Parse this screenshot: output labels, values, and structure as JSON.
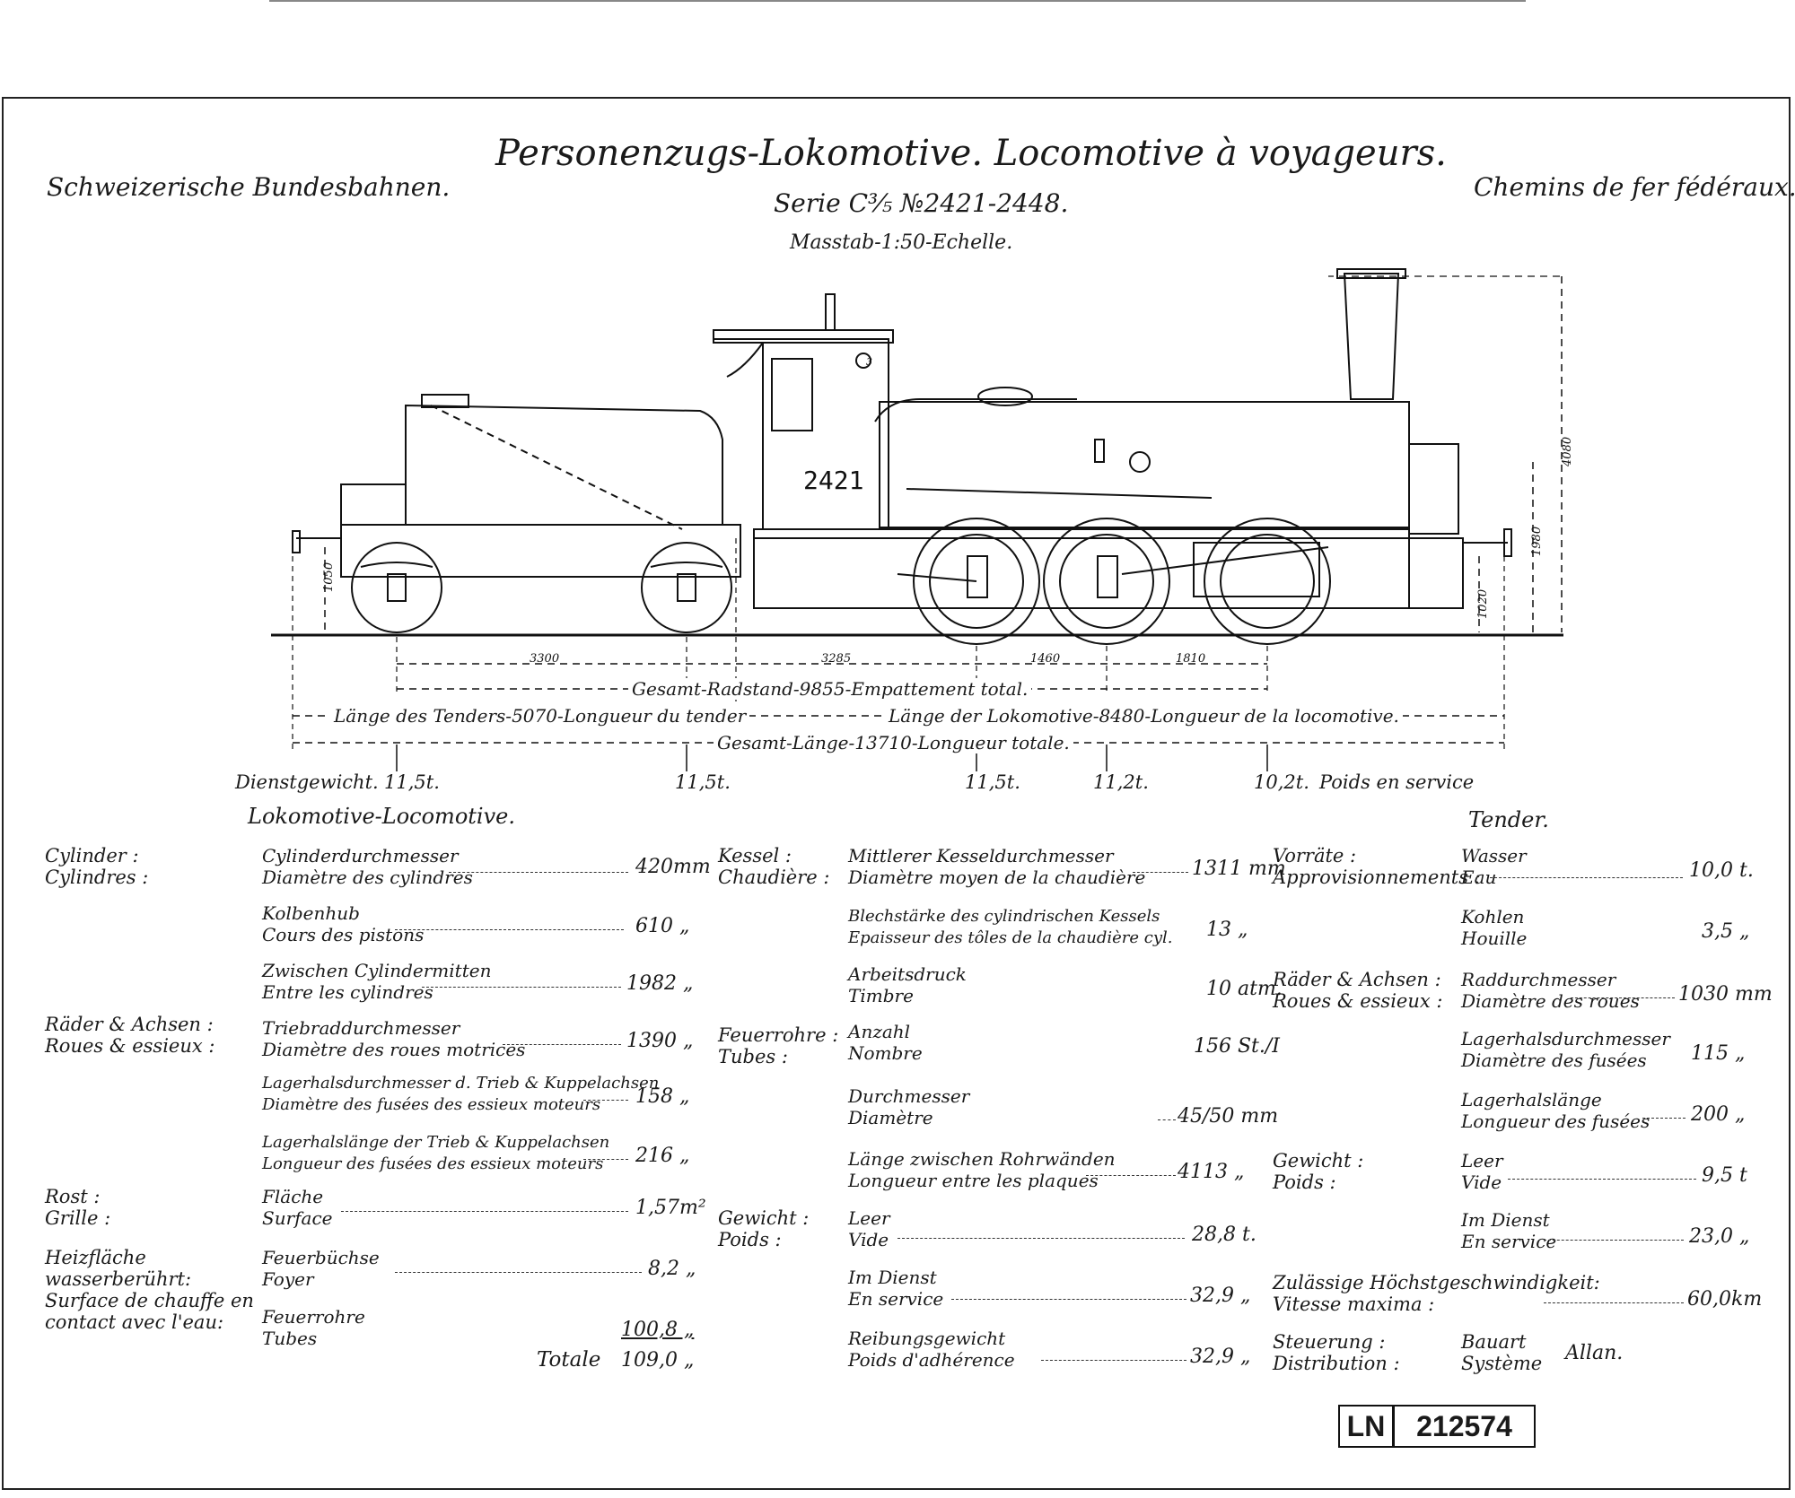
{
  "header": {
    "left": "Schweizerische Bundesbahnen.",
    "title": "Personenzugs-Lokomotive. Locomotive à voyageurs.",
    "series": "Serie C⅗ №2421-2448.",
    "scale": "Masstab-1:50-Echelle.",
    "right": "Chemins de fer fédéraux."
  },
  "drawing": {
    "loco_number": "2421",
    "cab_plate": "3",
    "dims_vertical": {
      "total_height": "4080",
      "boiler_axis": "1980",
      "buffer_height": "1020",
      "tender_buffer": "1050"
    },
    "dims_wheelbase": [
      "3300",
      "3285",
      "1460",
      "1810"
    ],
    "total_wheelbase": "Gesamt-Radstand-9855-Empattement total.",
    "tender_length": "Länge des Tenders-5070-Longueur du tender",
    "loco_length": "Länge der Lokomotive-8480-Longueur de la locomotive.",
    "total_length": "Gesamt-Länge-13710-Longueur totale."
  },
  "weights": {
    "label_left": "Dienstgewicht.",
    "values": [
      "11,5t.",
      "11,5t.",
      "11,5t.",
      "11,2t.",
      "10,2t."
    ],
    "label_right": "Poids en service"
  },
  "loco_section": {
    "heading": "Lokomotive-Locomotive.",
    "groups": [
      {
        "cat_de": "Cylinder :",
        "cat_fr": "Cylindres :"
      },
      {
        "cat_de": "Räder & Achsen :",
        "cat_fr": "Roues & essieux :"
      },
      {
        "cat_de": "Rost :",
        "cat_fr": "Grille :"
      },
      {
        "cat_de": "Heizfläche wasserberührt:",
        "cat_fr": "Surface de chauffe en contact avec l'eau:"
      }
    ],
    "rows": [
      {
        "de": "Cylinderdurchmesser",
        "fr": "Diamètre des cylindres",
        "val": "420mm"
      },
      {
        "de": "Kolbenhub",
        "fr": "Cours des pistons",
        "val": "610 „"
      },
      {
        "de": "Zwischen Cylindermitten",
        "fr": "Entre les cylindres",
        "val": "1982 „"
      },
      {
        "de": "Triebraddurchmesser",
        "fr": "Diamètre des roues motrices",
        "val": "1390 „"
      },
      {
        "de": "Lagerhalsdurchmesser d. Trieb & Kuppelachsen",
        "fr": "Diamètre des fusées des essieux moteurs",
        "val": "158 „"
      },
      {
        "de": "Lagerhalslänge der Trieb & Kuppelachsen",
        "fr": "Longueur des fusées des essieux moteurs",
        "val": "216 „"
      },
      {
        "de": "Fläche",
        "fr": "Surface",
        "val": "1,57m²"
      },
      {
        "de": "Feuerbüchse",
        "fr": "Foyer",
        "val": "8,2 „"
      },
      {
        "de": "Feuerrohre",
        "fr": "Tubes",
        "val": "100,8 „"
      }
    ],
    "total_label": "Totale",
    "total_val": "109,0 „"
  },
  "boiler_section": {
    "groups": [
      {
        "cat_de": "Kessel :",
        "cat_fr": "Chaudière :"
      },
      {
        "cat_de": "Feuerrohre :",
        "cat_fr": "Tubes :"
      },
      {
        "cat_de": "Gewicht :",
        "cat_fr": "Poids :"
      }
    ],
    "rows": [
      {
        "de": "Mittlerer Kesseldurchmesser",
        "fr": "Diamètre moyen de la chaudière",
        "val": "1311 mm"
      },
      {
        "de": "Blechstärke des cylindrischen Kessels",
        "fr": "Epaisseur des tôles de la chaudière cyl.",
        "val": "13 „"
      },
      {
        "de": "Arbeitsdruck",
        "fr": "Timbre",
        "val": "10 atm."
      },
      {
        "de": "Anzahl",
        "fr": "Nombre",
        "val": "156 St./I"
      },
      {
        "de": "Durchmesser",
        "fr": "Diamètre",
        "val": "45/50 mm"
      },
      {
        "de": "Länge zwischen Rohrwänden",
        "fr": "Longueur entre les plaques",
        "val": "4113 „"
      },
      {
        "de": "Leer",
        "fr": "Vide",
        "val": "28,8 t."
      },
      {
        "de": "Im Dienst",
        "fr": "En service",
        "val": "32,9 „"
      },
      {
        "de": "Reibungsgewicht",
        "fr": "Poids d'adhérence",
        "val": "32,9 „"
      }
    ]
  },
  "tender_section": {
    "heading": "Tender.",
    "groups": [
      {
        "cat_de": "Vorräte :",
        "cat_fr": "Approvisionnements :"
      },
      {
        "cat_de": "Räder & Achsen :",
        "cat_fr": "Roues & essieux :"
      },
      {
        "cat_de": "Gewicht :",
        "cat_fr": "Poids :"
      }
    ],
    "rows": [
      {
        "de": "Wasser",
        "fr": "Eau",
        "val": "10,0 t."
      },
      {
        "de": "Kohlen",
        "fr": "Houille",
        "val": "3,5 „"
      },
      {
        "de": "Raddurchmesser",
        "fr": "Diamètre des roues",
        "val": "1030 mm"
      },
      {
        "de": "Lagerhalsdurchmesser",
        "fr": "Diamètre des fusées",
        "val": "115 „"
      },
      {
        "de": "Lagerhalslänge",
        "fr": "Longueur des fusées",
        "val": "200 „"
      },
      {
        "de": "Leer",
        "fr": "Vide",
        "val": "9,5 t"
      },
      {
        "de": "Im Dienst",
        "fr": "En service",
        "val": "23,0 „"
      }
    ],
    "speed_de": "Zulässige Höchstgeschwindigkeit:",
    "speed_fr": "Vitesse maxima :",
    "speed_val": "60,0km",
    "dist_de": "Steuerung :",
    "dist_fr": "Distribution :",
    "sys_de": "Bauart",
    "sys_fr": "Système",
    "sys_val": "Allan."
  },
  "stamp": {
    "prefix": "LN",
    "number": "212574"
  }
}
